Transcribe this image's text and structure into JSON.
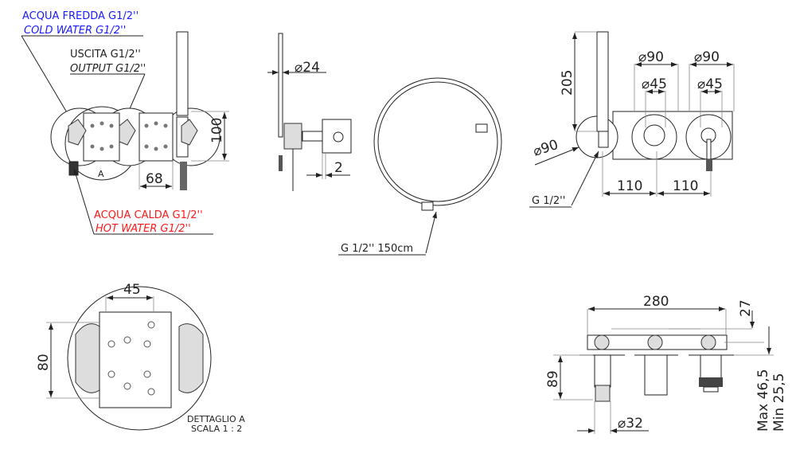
{
  "colors": {
    "cold": "#1a1aff",
    "hot": "#ff1a1a",
    "line": "#222222"
  },
  "front_view": {
    "cold_it": "ACQUA FREDDA G1/2''",
    "cold_en": "COLD WATER G1/2''",
    "out_it": "USCITA G1/2''",
    "out_en": "OUTPUT G1/2''",
    "hot_it": "ACQUA CALDA G1/2''",
    "hot_en": "HOT WATER G1/2''",
    "detail_marker": "A",
    "dim_height": "100",
    "dim_width": "68"
  },
  "side_view": {
    "dim_diameter": "24",
    "dim_gap": "2",
    "diameter_symbol": "⌀"
  },
  "hose": {
    "label": "G 1/2'' 150cm"
  },
  "top_right_view": {
    "dim_205": "205",
    "dim_d90_a": "90",
    "dim_d90_b": "90",
    "dim_d45_a": "45",
    "dim_d45_b": "45",
    "dim_d90_left": "90",
    "dim_110_a": "110",
    "dim_110_b": "110",
    "thread": "G 1/2''"
  },
  "detail": {
    "dim_45": "45",
    "dim_80": "80",
    "title": "DETTAGLIO A",
    "scale": "SCALA 1 : 2"
  },
  "bottom_right_view": {
    "dim_280": "280",
    "dim_27": "27",
    "dim_89": "89",
    "dim_d32": "32",
    "max": "Max 46,5",
    "min": "Min 25,5"
  }
}
